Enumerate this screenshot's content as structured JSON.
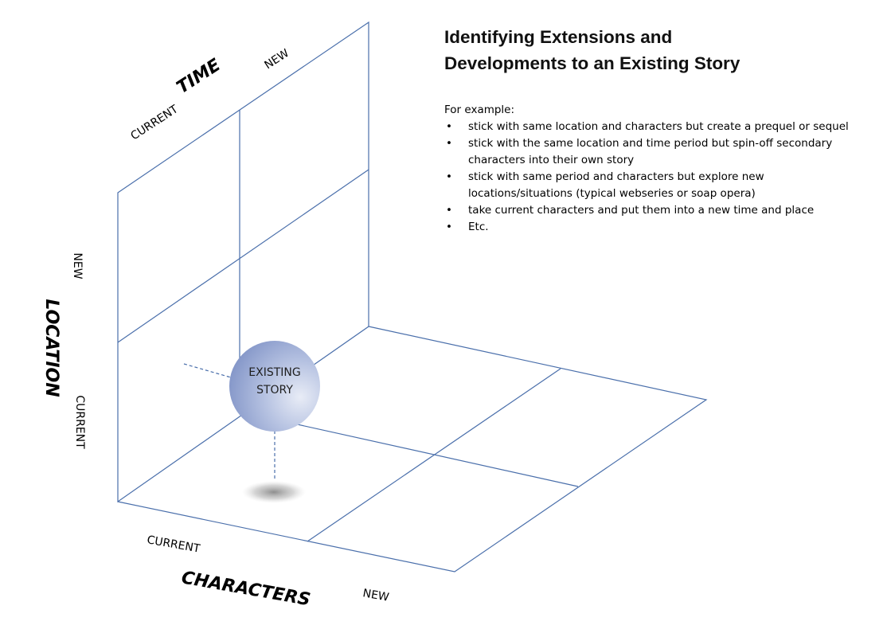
{
  "title_line1": "Identifying Extensions and",
  "title_line2": "Developments to an Existing Story",
  "intro": "For example:",
  "bullets": [
    "stick with same location and characters but create a prequel or sequel",
    "stick with the same location and time period but spin-off secondary characters into their own story",
    "stick with same period and characters but explore new locations/situations (typical webseries or soap opera)",
    "take current characters and put them into a new time and place",
    "Etc."
  ],
  "axes": {
    "time": {
      "label": "TIME",
      "current": "CURRENT",
      "new": "NEW"
    },
    "location": {
      "label": "LOCATION",
      "current": "CURRENT",
      "new": "NEW"
    },
    "characters": {
      "label": "CHARACTERS",
      "current": "CURRENT",
      "new": "NEW"
    }
  },
  "story": {
    "line1": "EXISTING",
    "line2": "STORY"
  },
  "colors": {
    "grid": "#4a6fab",
    "sphere_light": "#e8ecf6",
    "sphere_dark": "#8093c6",
    "text": "#000000"
  }
}
